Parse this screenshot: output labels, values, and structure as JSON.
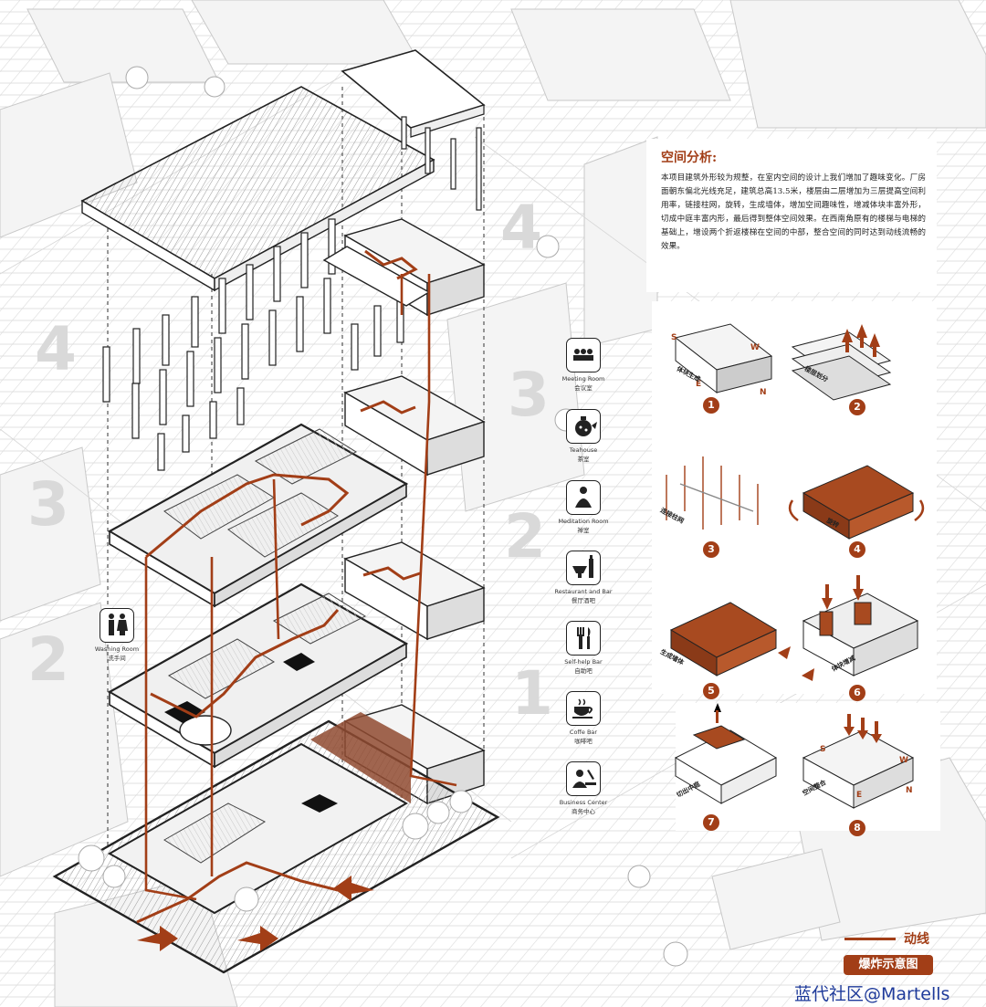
{
  "analysis": {
    "title": "空间分析:",
    "body": "本项目建筑外形较为规整，在室内空间的设计上我们增加了趣味变化。厂房面朝东偏北光线充足，建筑总高13.5米，楼层由二层增加为三层提高空间利用率，链接柱网，旋转，生成墙体，增加空间趣味性，增减体块丰富外形，切成中庭丰富内形，最后得到整体空间效果。在西南角原有的楼梯与电梯的基础上，增设两个折返楼梯在空间的中部，整合空间的同时达到动线流畅的效果。"
  },
  "functions": [
    {
      "en": "Meeting Room",
      "cn": "会议室",
      "icon": "meeting-icon"
    },
    {
      "en": "Teahouse",
      "cn": "茶室",
      "icon": "teapot-icon"
    },
    {
      "en": "Meditation Room",
      "cn": "禅室",
      "icon": "meditation-icon"
    },
    {
      "en": "Restaurant and Bar",
      "cn": "餐厅酒吧",
      "icon": "bar-icon"
    },
    {
      "en": "Self-help Bar",
      "cn": "自助吧",
      "icon": "cutlery-icon"
    },
    {
      "en": "Coffe Bar",
      "cn": "咖啡吧",
      "icon": "coffee-icon"
    },
    {
      "en": "Business Center",
      "cn": "商务中心",
      "icon": "business-icon"
    }
  ],
  "washing_room": {
    "en": "Washing Room",
    "cn": "洗手间",
    "icon": "washroom-icon"
  },
  "steps": [
    {
      "num": "1",
      "label": "体块生成"
    },
    {
      "num": "2",
      "label": "楼层划分"
    },
    {
      "num": "3",
      "label": "连接柱网"
    },
    {
      "num": "4",
      "label": "旋转"
    },
    {
      "num": "5",
      "label": "生成墙体"
    },
    {
      "num": "6",
      "label": "体块增减"
    },
    {
      "num": "7",
      "label": "切出中庭"
    },
    {
      "num": "8",
      "label": "空间整合"
    }
  ],
  "compass": {
    "s": "S",
    "w": "W",
    "e": "E",
    "n": "N"
  },
  "floor_numbers": [
    "4",
    "3",
    "2",
    "1"
  ],
  "legend": {
    "line_label": "动线",
    "title": "爆炸示意图"
  },
  "watermark": "蓝代社区@Martells",
  "colors": {
    "accent": "#a23e17",
    "line": "#222222",
    "hatch": "#bdbdbd",
    "bg_city": "#e6e6e6"
  }
}
